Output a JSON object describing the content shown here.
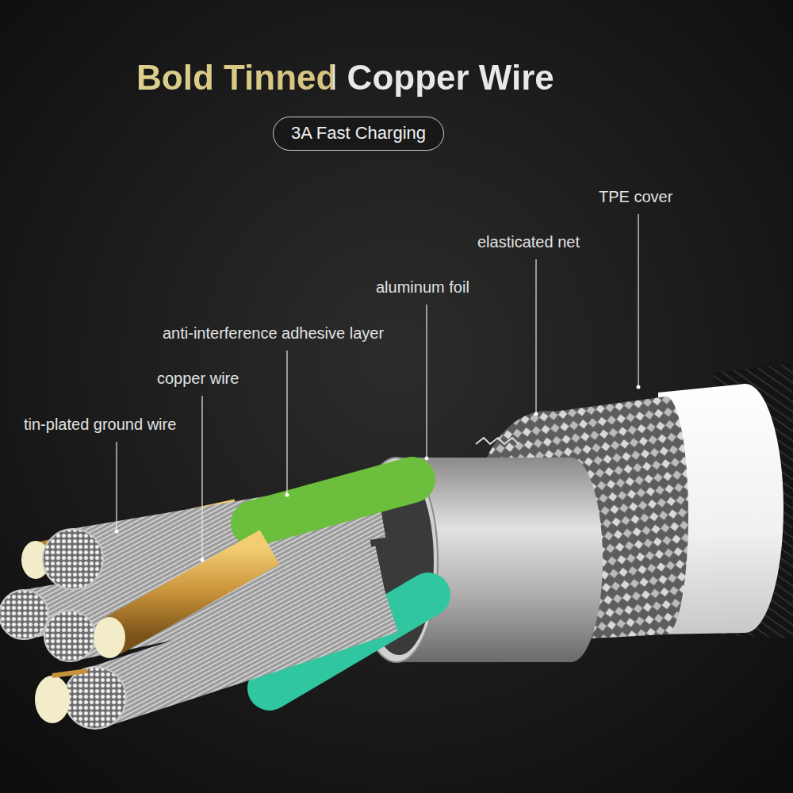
{
  "diagram": {
    "title": "Bold Tinned Copper Wire",
    "nodes": [
      {
        "text": [
          "3A Fast Charging"
        ]
      }
    ],
    "labels": [
      "TPE cover",
      "elasticated net",
      "aluminum foil",
      "anti-interference adhesive layer",
      "copper wire",
      "tin-plated ground wire"
    ]
  }
}
